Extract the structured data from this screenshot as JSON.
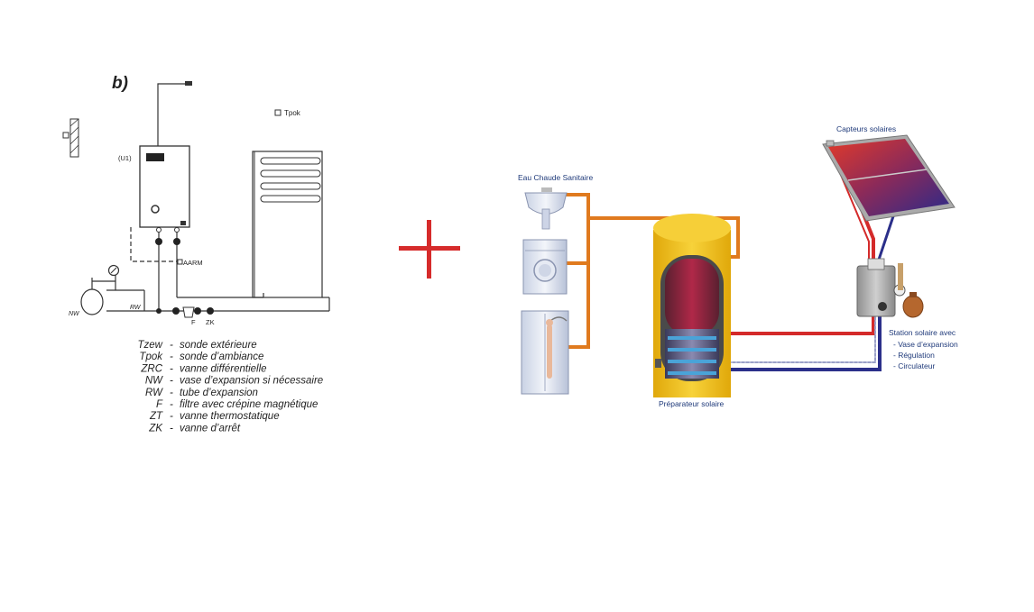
{
  "left_diagram": {
    "panel_label": "b)",
    "sensor_tpok_label": "Tpok",
    "boiler_tag": "(U1)",
    "aarm_label": "AARM",
    "nw_label": "NW",
    "rw_label": "RW",
    "filter_label": "F",
    "valve_label": "ZK",
    "legend": [
      {
        "key": "Tzew",
        "sep": "-",
        "desc": "sonde extérieure"
      },
      {
        "key": "Tpok",
        "sep": "-",
        "desc": "sonde d’ambiance"
      },
      {
        "key": "ZRC",
        "sep": "-",
        "desc": "vanne différentielle"
      },
      {
        "key": "NW",
        "sep": "-",
        "desc": "vase d’expansion si nécessaire"
      },
      {
        "key": "RW",
        "sep": "-",
        "desc": "tube d’expansion"
      },
      {
        "key": "F",
        "sep": "-",
        "desc": "filtre avec crépine magnétique"
      },
      {
        "key": "ZT",
        "sep": "-",
        "desc": "vanne thermostatique"
      },
      {
        "key": "ZK",
        "sep": "-",
        "desc": "vanne d’arrêt"
      }
    ]
  },
  "operator_symbol": "+",
  "right_diagram": {
    "dhw_label": "Eau Chaude Sanitaire",
    "collectors_label": "Capteurs solaires",
    "tank_label": "Préparateur solaire",
    "station_label": "Station solaire avec",
    "station_features": [
      "- Vase d’expansion",
      "- Régulation",
      "- Circulateur"
    ]
  },
  "colors": {
    "plus": "#d62b2b",
    "hot_pipe": "#d42a2a",
    "cold_pipe": "#2b2f8a",
    "dhw_pipe": "#e07a1e",
    "tank_jacket": "#f2c21b",
    "label_blue": "#1f3a7a"
  }
}
